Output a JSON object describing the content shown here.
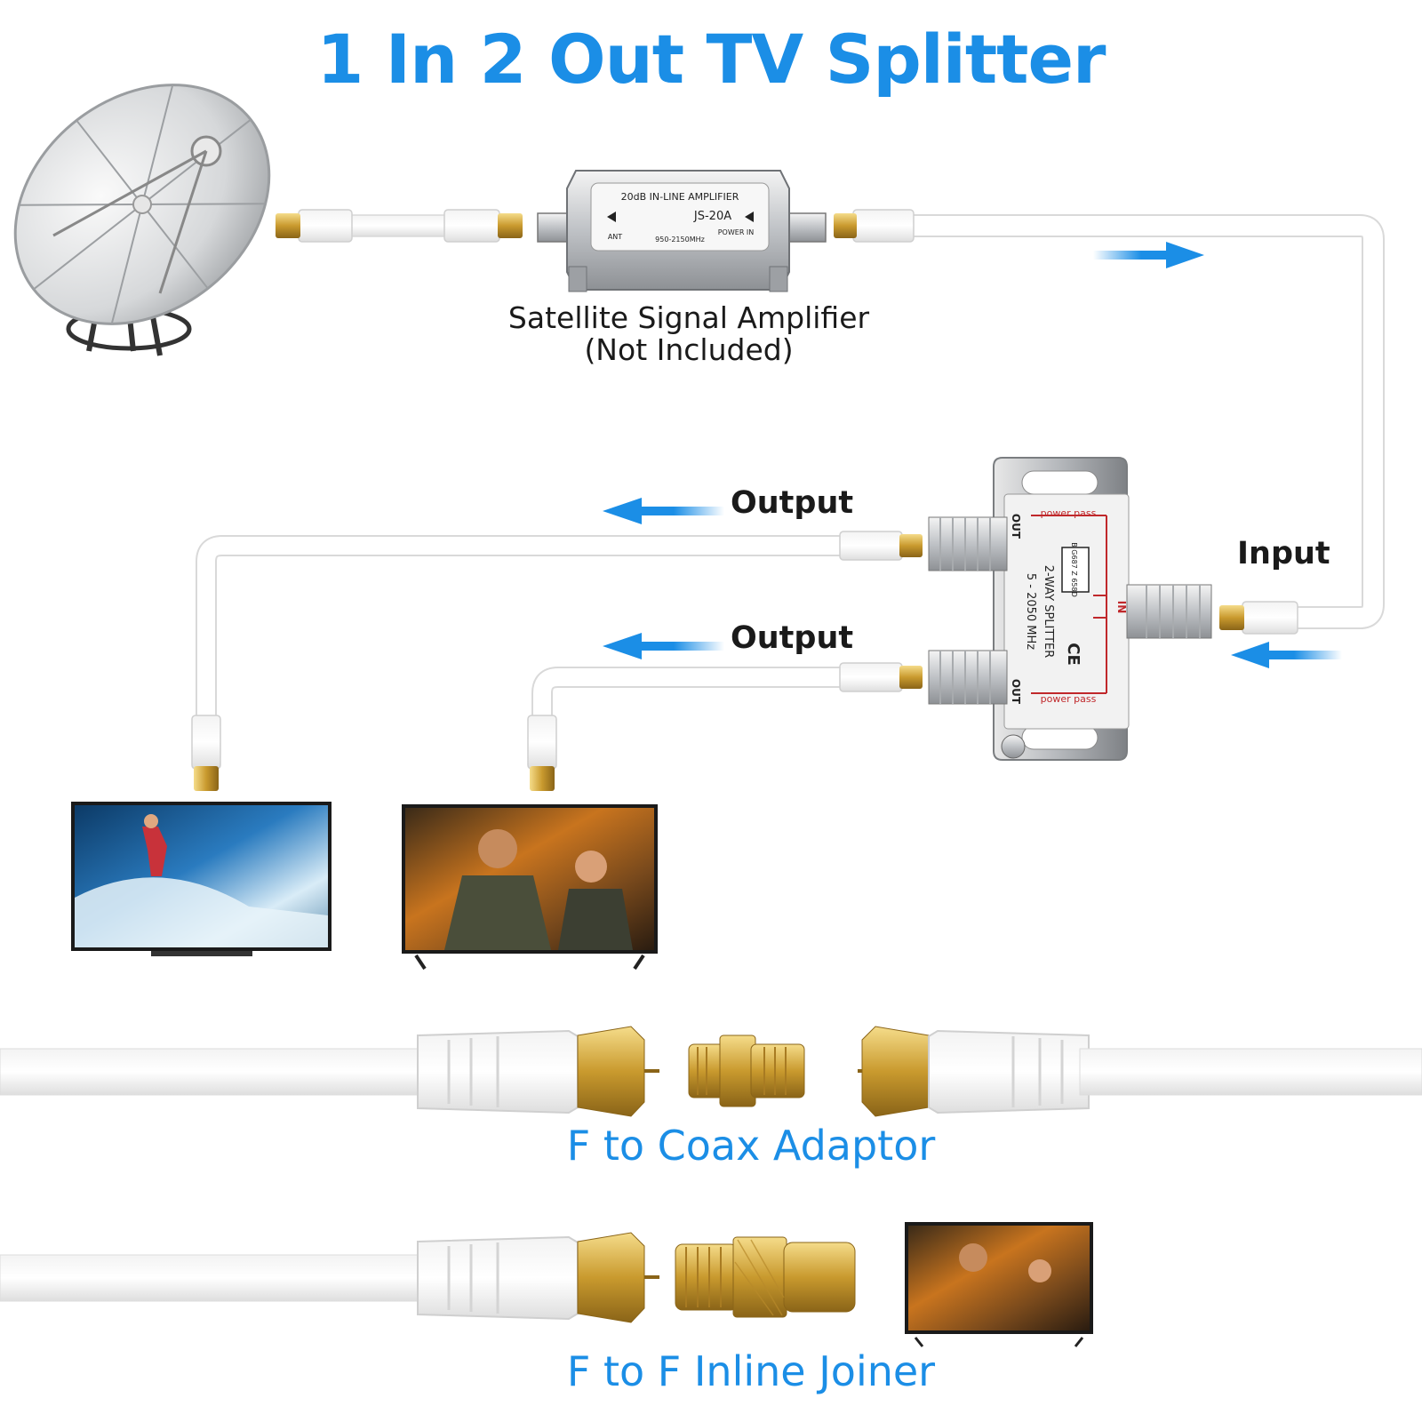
{
  "title": "1 In 2 Out TV Splitter",
  "title_color": "#1b8ee6",
  "accent_color": "#1b8ee6",
  "amplifier": {
    "caption_line1": "Satellite Signal Amplifier",
    "caption_line2": "(Not Included)",
    "label_top": "20dB IN-LINE AMPLIFIER",
    "model": "JS-20A",
    "left_port": "ANT",
    "freq": "950-2150MHz",
    "right_port": "POWER IN"
  },
  "splitter": {
    "out_top": "OUT",
    "out_bottom": "OUT",
    "in_label": "IN",
    "name": "2-WAY SPLITTER",
    "freq": "5 - 2050 MHz",
    "power_pass_top": "power pass",
    "power_pass_bottom": "power pass",
    "code": "B G687 Z 658D",
    "ce": "CE"
  },
  "labels": {
    "output_1": "Output",
    "output_2": "Output",
    "input": "Input"
  },
  "captions": {
    "adaptor": "F to Coax Adaptor",
    "joiner": "F to F Inline Joiner"
  }
}
